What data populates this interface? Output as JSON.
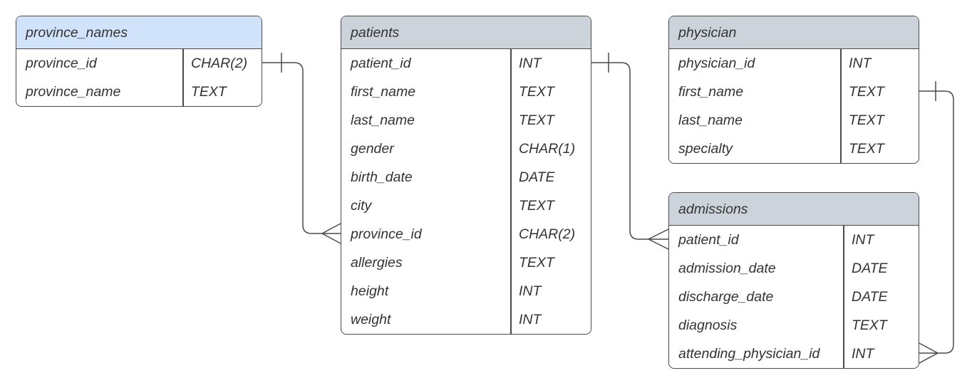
{
  "colors": {
    "background": "#ffffff",
    "line_and_border": "#4a4a4a",
    "text": "#333333",
    "header_blue": "#d0e3fa",
    "header_gray": "#ccd3da"
  },
  "tables": [
    {
      "name": "province_names",
      "header_style": "blue",
      "fields": [
        {
          "name": "province_id",
          "type": "CHAR(2)"
        },
        {
          "name": "province_name",
          "type": "TEXT"
        }
      ]
    },
    {
      "name": "patients",
      "header_style": "gray",
      "fields": [
        {
          "name": "patient_id",
          "type": "INT"
        },
        {
          "name": "first_name",
          "type": "TEXT"
        },
        {
          "name": "last_name",
          "type": "TEXT"
        },
        {
          "name": "gender",
          "type": "CHAR(1)"
        },
        {
          "name": "birth_date",
          "type": "DATE"
        },
        {
          "name": "city",
          "type": "TEXT"
        },
        {
          "name": "province_id",
          "type": "CHAR(2)"
        },
        {
          "name": "allergies",
          "type": "TEXT"
        },
        {
          "name": "height",
          "type": "INT"
        },
        {
          "name": "weight",
          "type": "INT"
        }
      ]
    },
    {
      "name": "physician",
      "header_style": "gray",
      "fields": [
        {
          "name": "physician_id",
          "type": "INT"
        },
        {
          "name": "first_name",
          "type": "TEXT"
        },
        {
          "name": "last_name",
          "type": "TEXT"
        },
        {
          "name": "specialty",
          "type": "TEXT"
        }
      ]
    },
    {
      "name": "admissions",
      "header_style": "gray",
      "fields": [
        {
          "name": "patient_id",
          "type": "INT"
        },
        {
          "name": "admission_date",
          "type": "DATE"
        },
        {
          "name": "discharge_date",
          "type": "DATE"
        },
        {
          "name": "diagnosis",
          "type": "TEXT"
        },
        {
          "name": "attending_physician_id",
          "type": "INT"
        }
      ]
    }
  ],
  "relationships": [
    {
      "from_table": "province_names",
      "from_field": "province_id",
      "to_table": "patients",
      "to_field": "province_id",
      "from_marker": "one",
      "to_marker": "many"
    },
    {
      "from_table": "patients",
      "from_field": "patient_id",
      "to_table": "admissions",
      "to_field": "patient_id",
      "from_marker": "one",
      "to_marker": "many"
    },
    {
      "from_table": "physician",
      "to_table": "admissions",
      "to_field": "attending_physician_id",
      "from_marker": "one",
      "to_marker": "many"
    }
  ]
}
